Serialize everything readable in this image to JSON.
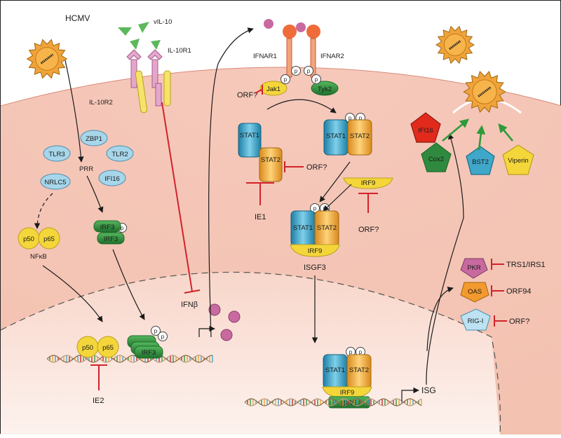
{
  "virus": {
    "label": "HCMV"
  },
  "receptors": {
    "vil10": "vIL-10",
    "il10r1": "IL-10R1",
    "il10r2": "IL-10R2",
    "ifnar1": "IFNAR1",
    "ifnar2": "IFNAR2"
  },
  "kinases": {
    "jak1": "Jak1",
    "tyk2": "Tyk2",
    "p": "p"
  },
  "prr": {
    "label": "PRR",
    "items": [
      "ZBP1",
      "TLR3",
      "TLR2",
      "IFI16",
      "NRLC5"
    ]
  },
  "nfkb": {
    "p50": "p50",
    "p65": "p65",
    "label": "NFκB"
  },
  "irf3": {
    "label": "IRF3"
  },
  "stat": {
    "stat1": "STAT1",
    "stat2": "STAT2",
    "irf9": "IRF9",
    "isgf3": "ISGF3"
  },
  "orf": {
    "q": "ORF?",
    "ie1": "IE1",
    "ie2": "IE2"
  },
  "ifn": {
    "label": "IFNβ"
  },
  "dna": {
    "isre": "ISRE",
    "isg": "ISG"
  },
  "effectors": {
    "ifi16": "IFI16",
    "cox2": "Cox2",
    "bst2": "BST2",
    "viperin": "Viperin",
    "pkr": "PKR",
    "oas": "OAS",
    "rigi": "RIG-I"
  },
  "antagonists": {
    "trs1": "TRS1/IRS1",
    "orf94": "ORF94",
    "orfq": "ORF?"
  },
  "colors": {
    "cytoplasm": "#f2b8a6",
    "nucleus": "#fbe4dc",
    "stat1": "#3fa7c9",
    "stat2": "#f0a33a",
    "irf3": "#2f8a3f",
    "yellow": "#f4d63a",
    "blue": "#a7d6ea",
    "pink": "#c86aa0",
    "red": "#d2232a"
  }
}
